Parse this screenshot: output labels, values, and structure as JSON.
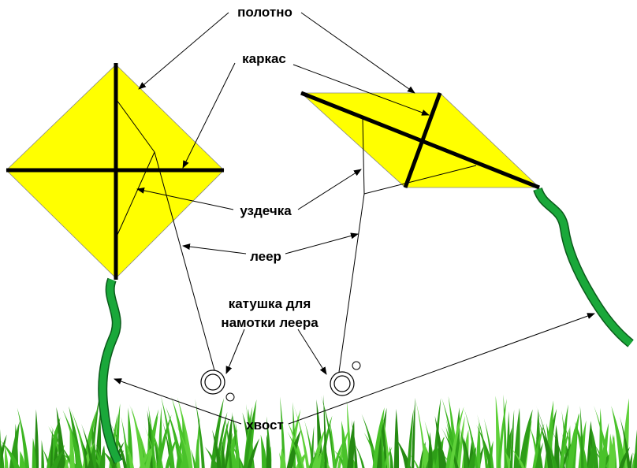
{
  "labels": {
    "canvas": "полотно",
    "frame": "каркас",
    "bridle": "уздечка",
    "line": "леер",
    "reel_line1": "катушка для",
    "reel_line2": "намотки леера",
    "tail": "хвост"
  },
  "colors": {
    "sail": "#ffff00",
    "tail": "#1aa83a",
    "grass": "#3cb521"
  }
}
